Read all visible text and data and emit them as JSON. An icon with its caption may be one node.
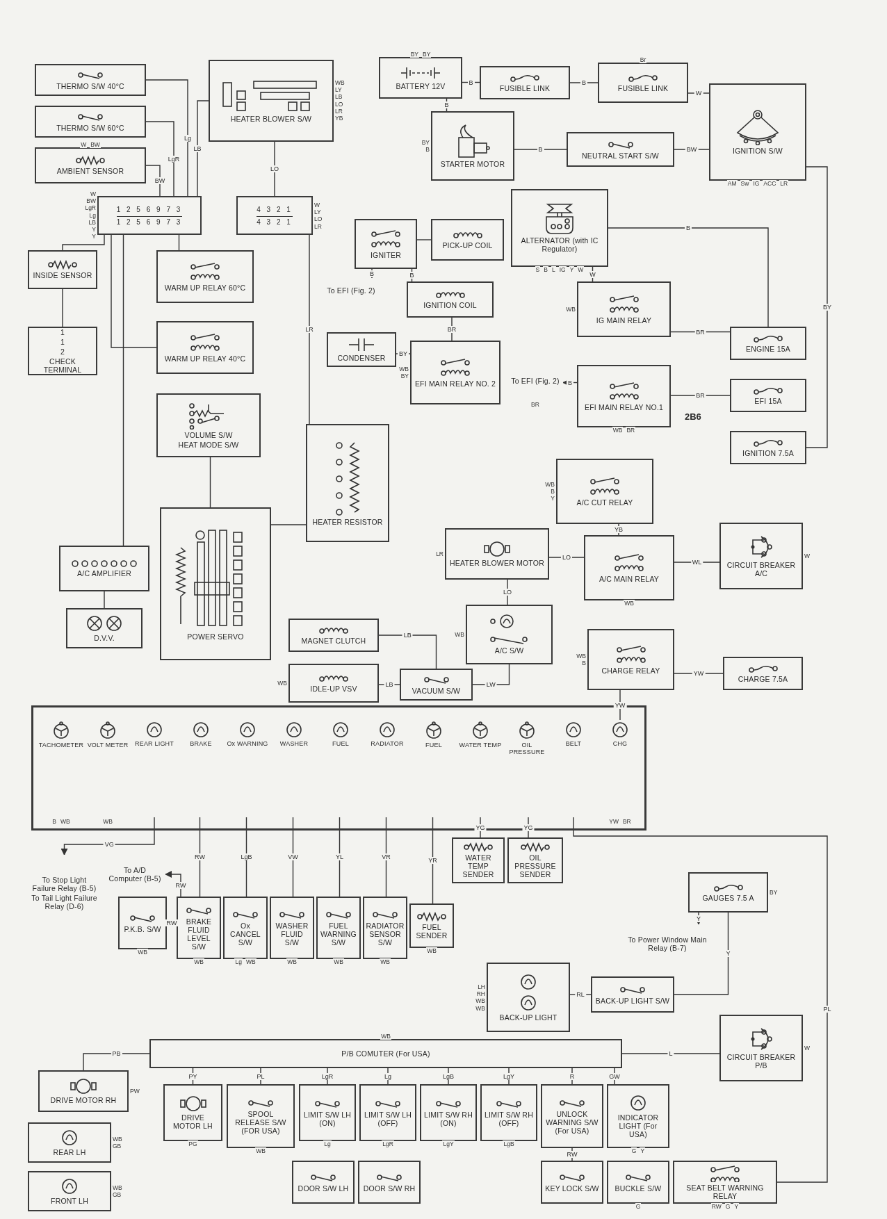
{
  "diagram": {
    "nodes": [
      {
        "text": [
          "THERMO S/W 40°C"
        ]
      },
      {
        "text": [
          "THERMO S/W 60°C"
        ]
      },
      {
        "text": [
          "AMBIENT SENSOR"
        ],
        "beside": [
          "W",
          "BW"
        ]
      },
      {
        "text": [
          "HEATER BLOWER S/W"
        ],
        "beside": [
          "WB",
          "LY",
          "LB",
          "LO",
          "LR",
          "YB"
        ]
      },
      {
        "text": [
          "1 2 5 6 9 7 3",
          "1 2 5 6 9 7 3"
        ],
        "beside": [
          "W",
          "BW",
          "LgR",
          "Lg",
          "LB",
          "Y",
          "Y"
        ]
      },
      {
        "text": [
          "4 3 2 1",
          "4 3 2 1"
        ],
        "beside": [
          "W",
          "LY",
          "LO",
          "LR"
        ]
      },
      {
        "text": [
          "INSIDE SENSOR"
        ]
      },
      {
        "text": [
          "1",
          "1",
          "2",
          "CHECK TERMINAL"
        ]
      },
      {
        "text": [
          "WARM UP RELAY 60°C"
        ]
      },
      {
        "text": [
          "WARM UP RELAY 40°C"
        ]
      },
      {
        "text": [
          "VOLUME S/W",
          "HEAT MODE S/W"
        ]
      },
      {
        "text": [
          "HEATER RESISTOR"
        ]
      },
      {
        "text": [
          "A/C AMPLIFIER"
        ]
      },
      {
        "text": [
          "D.V.V."
        ]
      },
      {
        "text": [
          "POWER SERVO"
        ]
      },
      {
        "text": [
          "BATTERY 12V"
        ],
        "beside": [
          "BY",
          "BY"
        ]
      },
      {
        "text": [
          "FUSIBLE LINK"
        ]
      },
      {
        "text": [
          "FUSIBLE LINK"
        ],
        "beside": [
          "Br"
        ]
      },
      {
        "text": [
          "IGNITION S/W"
        ],
        "beside": [
          "AM",
          "Sw",
          "IG",
          "ACC",
          "LR"
        ]
      },
      {
        "text": [
          "STARTER MOTOR"
        ],
        "beside": [
          "BY",
          "B"
        ]
      },
      {
        "text": [
          "NEUTRAL START S/W"
        ]
      },
      {
        "text": [
          "IGNITER"
        ]
      },
      {
        "text": [
          "PICK-UP COIL"
        ]
      },
      {
        "text": [
          "ALTERNATOR (with IC Regulator)"
        ],
        "beside": [
          "S",
          "B",
          "L",
          "IG",
          "Y",
          "W"
        ]
      },
      {
        "text": [
          "IGNITION COIL"
        ]
      },
      {
        "text": [
          "To EFI (Fig. 2)"
        ]
      },
      {
        "text": [
          "CONDENSER"
        ]
      },
      {
        "text": [
          "EFI MAIN RELAY NO. 2"
        ],
        "beside": [
          "WB",
          "BY"
        ]
      },
      {
        "text": [
          "IG MAIN RELAY"
        ],
        "beside": [
          "WB"
        ]
      },
      {
        "text": [
          "EFI MAIN RELAY NO.1"
        ],
        "beside": [
          "WB",
          "BR"
        ]
      },
      {
        "text": [
          "To EFI (Fig. 2)"
        ],
        "beside": [
          "BR"
        ]
      },
      {
        "text": [
          "ENGINE 15A"
        ]
      },
      {
        "text": [
          "EFI 15A"
        ]
      },
      {
        "text": [
          "IGNITION 7.5A"
        ]
      },
      {
        "text": [
          "A/C CUT RELAY"
        ],
        "beside": [
          "WB",
          "B",
          "Y"
        ]
      },
      {
        "text": [
          "HEATER BLOWER MOTOR"
        ],
        "beside": [
          "LR"
        ]
      },
      {
        "text": [
          "A/C MAIN RELAY"
        ],
        "beside": [
          "WB"
        ]
      },
      {
        "text": [
          "CIRCUIT BREAKER A/C"
        ],
        "beside": [
          "W"
        ]
      },
      {
        "text": [
          "MAGNET CLUTCH"
        ]
      },
      {
        "text": [
          "IDLE-UP VSV"
        ],
        "beside": [
          "WB"
        ]
      },
      {
        "text": [
          "VACUUM S/W"
        ]
      },
      {
        "text": [
          "A/C S/W"
        ],
        "beside": [
          "WB"
        ]
      },
      {
        "text": [
          "CHARGE RELAY"
        ],
        "beside": [
          "WB",
          "B"
        ]
      },
      {
        "text": [
          "CHARGE 7.5A"
        ]
      },
      {
        "text": [],
        "shape": "box"
      },
      {
        "text": [
          "TACHOMETER"
        ],
        "in": 44,
        "beside": [
          "B",
          "WB"
        ]
      },
      {
        "text": [
          "VOLT METER"
        ],
        "in": 44,
        "beside": [
          "WB"
        ]
      },
      {
        "text": [
          "REAR LIGHT"
        ],
        "in": 44
      },
      {
        "text": [
          "BRAKE"
        ],
        "in": 44
      },
      {
        "text": [
          "Ox WARNING"
        ],
        "in": 44
      },
      {
        "text": [
          "WASHER"
        ],
        "in": 44
      },
      {
        "text": [
          "FUEL"
        ],
        "in": 44
      },
      {
        "text": [
          "RADIATOR"
        ],
        "in": 44
      },
      {
        "text": [
          "FUEL"
        ],
        "in": 44
      },
      {
        "text": [
          "WATER TEMP"
        ],
        "in": 44
      },
      {
        "text": [
          "OIL PRESSURE"
        ],
        "in": 44
      },
      {
        "text": [
          "BELT"
        ],
        "in": 44
      },
      {
        "text": [
          "CHG"
        ],
        "in": 44,
        "beside": [
          "YW",
          "BR"
        ]
      },
      {
        "text": [
          "To Stop Light Failure Relay (B-5)",
          "To Tail Light Failure Relay (D-6)"
        ]
      },
      {
        "text": [
          "To A/D Computer (B-5)"
        ]
      },
      {
        "text": [
          "P.K.B. S/W"
        ],
        "beside": [
          "WB"
        ]
      },
      {
        "text": [
          "BRAKE FLUID LEVEL S/W"
        ],
        "beside": [
          "WB"
        ]
      },
      {
        "text": [
          "Ox CANCEL S/W"
        ],
        "beside": [
          "Lg",
          "WB"
        ]
      },
      {
        "text": [
          "WASHER FLUID S/W"
        ],
        "beside": [
          "WB"
        ]
      },
      {
        "text": [
          "FUEL WARNING S/W"
        ],
        "beside": [
          "WB"
        ]
      },
      {
        "text": [
          "RADIATOR SENSOR S/W"
        ],
        "beside": [
          "WB"
        ]
      },
      {
        "text": [
          "FUEL SENDER"
        ],
        "beside": [
          "WB"
        ]
      },
      {
        "text": [
          "WATER TEMP SENDER"
        ]
      },
      {
        "text": [
          "OIL PRESSURE SENDER"
        ]
      },
      {
        "text": [
          "GAUGES 7.5 A"
        ],
        "beside": [
          "BY"
        ]
      },
      {
        "text": [
          "To Power Window Main Relay (B-7)"
        ]
      },
      {
        "text": [
          "BACK-UP LIGHT"
        ],
        "beside": [
          "LH",
          "RH",
          "WB",
          "WB"
        ]
      },
      {
        "text": [
          "BACK-UP LIGHT S/W"
        ]
      },
      {
        "text": [
          "CIRCUIT BREAKER P/B"
        ],
        "beside": [
          "W"
        ]
      },
      {
        "text": [
          "P/B COMUTER (For USA)"
        ],
        "beside": [
          "WB"
        ]
      },
      {
        "text": [
          "DRIVE MOTOR RH"
        ],
        "beside": [
          "PW"
        ]
      },
      {
        "text": [
          "DRIVE MOTOR LH"
        ],
        "beside": [
          "PG"
        ]
      },
      {
        "text": [
          "SPOOL RELEASE S/W (FOR USA)"
        ],
        "beside": [
          "WB"
        ]
      },
      {
        "text": [
          "LIMIT S/W LH (ON)"
        ],
        "beside": [
          "Lg"
        ]
      },
      {
        "text": [
          "LIMIT S/W LH (OFF)"
        ],
        "beside": [
          "LgR"
        ]
      },
      {
        "text": [
          "LIMIT S/W RH (ON)"
        ],
        "beside": [
          "LgY"
        ]
      },
      {
        "text": [
          "LIMIT S/W RH (OFF)"
        ],
        "beside": [
          "LgB"
        ]
      },
      {
        "text": [
          "UNLOCK WARNING S/W (For USA)"
        ]
      },
      {
        "text": [
          "INDICATOR LIGHT (For USA)"
        ],
        "beside": [
          "G",
          "Y"
        ]
      },
      {
        "text": [
          "REAR LH"
        ],
        "beside": [
          "WB",
          "GB"
        ]
      },
      {
        "text": [
          "FRONT LH"
        ],
        "beside": [
          "WB",
          "GB"
        ]
      },
      {
        "text": [
          "KEY LOCK S/W"
        ]
      },
      {
        "text": [
          "BUCKLE S/W"
        ],
        "beside": [
          "G"
        ]
      },
      {
        "text": [
          "DOOR S/W LH"
        ]
      },
      {
        "text": [
          "DOOR S/W RH"
        ]
      },
      {
        "text": [
          "SEAT BELT WARNING RELAY"
        ],
        "beside": [
          "RW",
          "G",
          "Y"
        ]
      }
    ],
    "edges": [
      {
        "from": 0,
        "to": 4,
        "arrow": "none",
        "label": "Lg"
      },
      {
        "from": 1,
        "to": 4,
        "arrow": "none",
        "label": "LgR"
      },
      {
        "from": 2,
        "to": 4,
        "arrow": "none",
        "label": "BW"
      },
      {
        "from": 3,
        "to": 4,
        "arrow": "none",
        "label": "LB"
      },
      {
        "from": 3,
        "to": 5,
        "arrow": "none",
        "label": "LO"
      },
      {
        "from": 4,
        "to": 8,
        "arrow": "none"
      },
      {
        "from": 4,
        "to": 9,
        "arrow": "none"
      },
      {
        "from": 6,
        "to": 4,
        "arrow": "none"
      },
      {
        "from": 7,
        "to": 6,
        "arrow": "none"
      },
      {
        "from": 5,
        "to": 11,
        "arrow": "none",
        "label": "LR"
      },
      {
        "from": 10,
        "to": 14,
        "arrow": "none"
      },
      {
        "from": 11,
        "to": 14,
        "arrow": "none"
      },
      {
        "from": 12,
        "to": 13,
        "arrow": "none"
      },
      {
        "from": 4,
        "to": 12,
        "arrow": "none"
      },
      {
        "from": 15,
        "to": 16,
        "arrow": "none",
        "label": "B"
      },
      {
        "from": 16,
        "to": 17,
        "arrow": "none",
        "label": "B"
      },
      {
        "from": 15,
        "to": 19,
        "arrow": "none",
        "label": "B"
      },
      {
        "from": 19,
        "to": 20,
        "arrow": "none",
        "label": "B"
      },
      {
        "from": 20,
        "to": 18,
        "arrow": "none",
        "label": "BW"
      },
      {
        "from": 17,
        "to": 18,
        "arrow": "none",
        "label": "W"
      },
      {
        "from": 21,
        "to": 22,
        "arrow": "none"
      },
      {
        "from": 21,
        "to": 25,
        "arrow": "to",
        "label": "B"
      },
      {
        "from": 21,
        "to": 24,
        "arrow": "none",
        "label": "B"
      },
      {
        "from": 24,
        "to": 27,
        "arrow": "none",
        "label": "BR"
      },
      {
        "from": 26,
        "to": 27,
        "arrow": "none",
        "label": "BY"
      },
      {
        "from": 23,
        "to": 28,
        "arrow": "none",
        "label": "W"
      },
      {
        "from": 28,
        "to": 31,
        "arrow": "none",
        "label": "BR"
      },
      {
        "from": 23,
        "to": 31,
        "arrow": "none",
        "label": "B"
      },
      {
        "from": 29,
        "to": 30,
        "arrow": "to",
        "label": "B"
      },
      {
        "from": 29,
        "to": 32,
        "arrow": "none",
        "label": "BR"
      },
      {
        "from": 18,
        "to": 33,
        "arrow": "none",
        "label": "BY"
      },
      {
        "from": 34,
        "to": 36,
        "arrow": "none",
        "label": "YB"
      },
      {
        "from": 35,
        "to": 36,
        "arrow": "none",
        "label": "LO"
      },
      {
        "from": 36,
        "to": 37,
        "arrow": "none",
        "label": "WL"
      },
      {
        "from": 41,
        "to": 35,
        "arrow": "none",
        "label": "LO"
      },
      {
        "from": 40,
        "to": 41,
        "arrow": "none",
        "label": "LW"
      },
      {
        "from": 39,
        "to": 40,
        "arrow": "none",
        "label": "LB"
      },
      {
        "from": 38,
        "to": 40,
        "arrow": "none",
        "label": "LB"
      },
      {
        "from": 42,
        "to": 43,
        "arrow": "none",
        "label": "YW"
      },
      {
        "from": 57,
        "to": 42,
        "arrow": "none",
        "label": "YW"
      },
      {
        "from": 47,
        "to": 58,
        "arrow": "to",
        "label": "VG"
      },
      {
        "from": 61,
        "to": 59,
        "arrow": "to",
        "label": "RW"
      },
      {
        "from": 48,
        "to": 61,
        "arrow": "none",
        "label": "RW"
      },
      {
        "from": 61,
        "to": 60,
        "arrow": "none",
        "label": "RW"
      },
      {
        "from": 49,
        "to": 62,
        "arrow": "none",
        "label": "LgB"
      },
      {
        "from": 50,
        "to": 63,
        "arrow": "none",
        "label": "VW"
      },
      {
        "from": 51,
        "to": 64,
        "arrow": "none",
        "label": "YL"
      },
      {
        "from": 52,
        "to": 65,
        "arrow": "none",
        "label": "VR"
      },
      {
        "from": 53,
        "to": 66,
        "arrow": "none",
        "label": "YR"
      },
      {
        "from": 54,
        "to": 67,
        "arrow": "none",
        "label": "YG"
      },
      {
        "from": 55,
        "to": 68,
        "arrow": "none",
        "label": "YG"
      },
      {
        "from": 69,
        "to": 70,
        "arrow": "to",
        "label": "Y"
      },
      {
        "from": 71,
        "to": 72,
        "arrow": "none",
        "label": "RL"
      },
      {
        "from": 72,
        "to": 69,
        "arrow": "none",
        "label": "Y"
      },
      {
        "from": 74,
        "to": 73,
        "arrow": "none",
        "label": "L"
      },
      {
        "from": 74,
        "to": 75,
        "arrow": "none",
        "label": "PB"
      },
      {
        "from": 74,
        "to": 76,
        "arrow": "none",
        "label": "PY"
      },
      {
        "from": 74,
        "to": 77,
        "arrow": "none",
        "label": "PL"
      },
      {
        "from": 74,
        "to": 78,
        "arrow": "none",
        "label": "LgR"
      },
      {
        "from": 74,
        "to": 79,
        "arrow": "none",
        "label": "Lg"
      },
      {
        "from": 74,
        "to": 80,
        "arrow": "none",
        "label": "LgB"
      },
      {
        "from": 74,
        "to": 81,
        "arrow": "none",
        "label": "LgY"
      },
      {
        "from": 74,
        "to": 82,
        "arrow": "none",
        "label": "R"
      },
      {
        "from": 74,
        "to": 83,
        "arrow": "none",
        "label": "GW"
      },
      {
        "from": 82,
        "to": 86,
        "arrow": "none",
        "label": "RW"
      },
      {
        "from": 56,
        "to": 90,
        "arrow": "none",
        "label": "PL"
      }
    ],
    "labels": [
      "2B6"
    ]
  }
}
